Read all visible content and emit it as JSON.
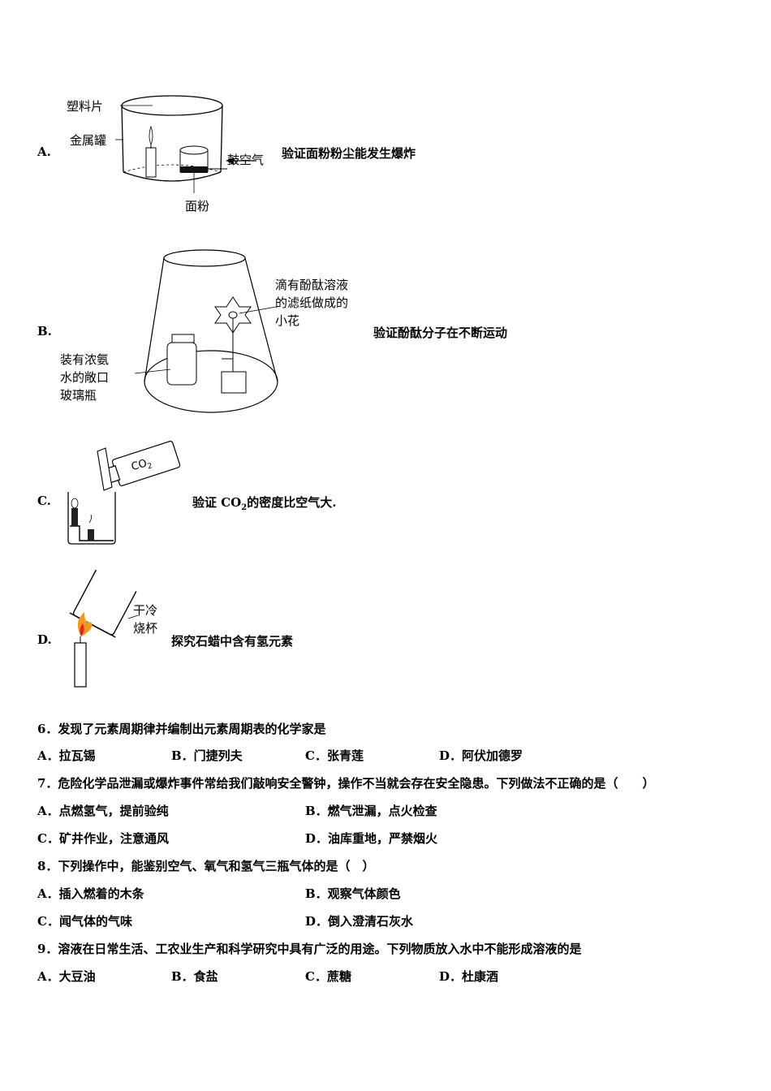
{
  "figures": {
    "a": {
      "option": "A.",
      "caption": "验证面粉粉尘能发生爆炸",
      "labels": {
        "plastic": "塑料片",
        "can": "金属罐",
        "air": "鼓空气",
        "flour": "面粉"
      }
    },
    "b": {
      "option": "B.",
      "caption": "验证酚酞分子在不断运动",
      "labels": {
        "flower1": "滴有酚酞溶液",
        "flower2": "的滤纸做成的",
        "flower3": "小花",
        "bottle1": "装有浓氨",
        "bottle2": "水的敞口",
        "bottle3": "玻璃瓶"
      }
    },
    "c": {
      "option": "C.",
      "caption_pre": "验证 CO",
      "caption_sub": "2",
      "caption_post": "的密度比空气大.",
      "labels": {
        "gas": "CO",
        "gas_sub": "2"
      }
    },
    "d": {
      "option": "D.",
      "caption": "探究石蜡中含有氢元素",
      "labels": {
        "cup1": "干冷",
        "cup2": "烧杯"
      }
    }
  },
  "questions": [
    {
      "text": "6．发现了元素周期律并编制出元素周期表的化学家是",
      "options": [
        "A．拉瓦锡",
        "B．门捷列夫",
        "C．张青莲",
        "D．阿伏加德罗"
      ]
    },
    {
      "text": "7．危险化学品泄漏或爆炸事件常给我们敲响安全警钟，操作不当就会存在安全隐患。下列做法不正确的是（　　）",
      "options": [
        "A．点燃氢气，提前验纯",
        "B．燃气泄漏，点火检查",
        "C．矿井作业，注意通风",
        "D．油库重地，严禁烟火"
      ]
    },
    {
      "text": "8．下列操作中，能鉴别空气、氧气和氢气三瓶气体的是（　）",
      "options": [
        "A．插入燃着的木条",
        "B．观察气体颜色",
        "C．闻气体的气味",
        "D．倒入澄清石灰水"
      ]
    },
    {
      "text": "9．溶液在日常生活、工农业生产和科学研究中具有广泛的用途。下列物质放入水中不能形成溶液的是",
      "options": [
        "A．大豆油",
        "B．食盐",
        "C．蔗糖",
        "D．杜康酒"
      ]
    }
  ]
}
